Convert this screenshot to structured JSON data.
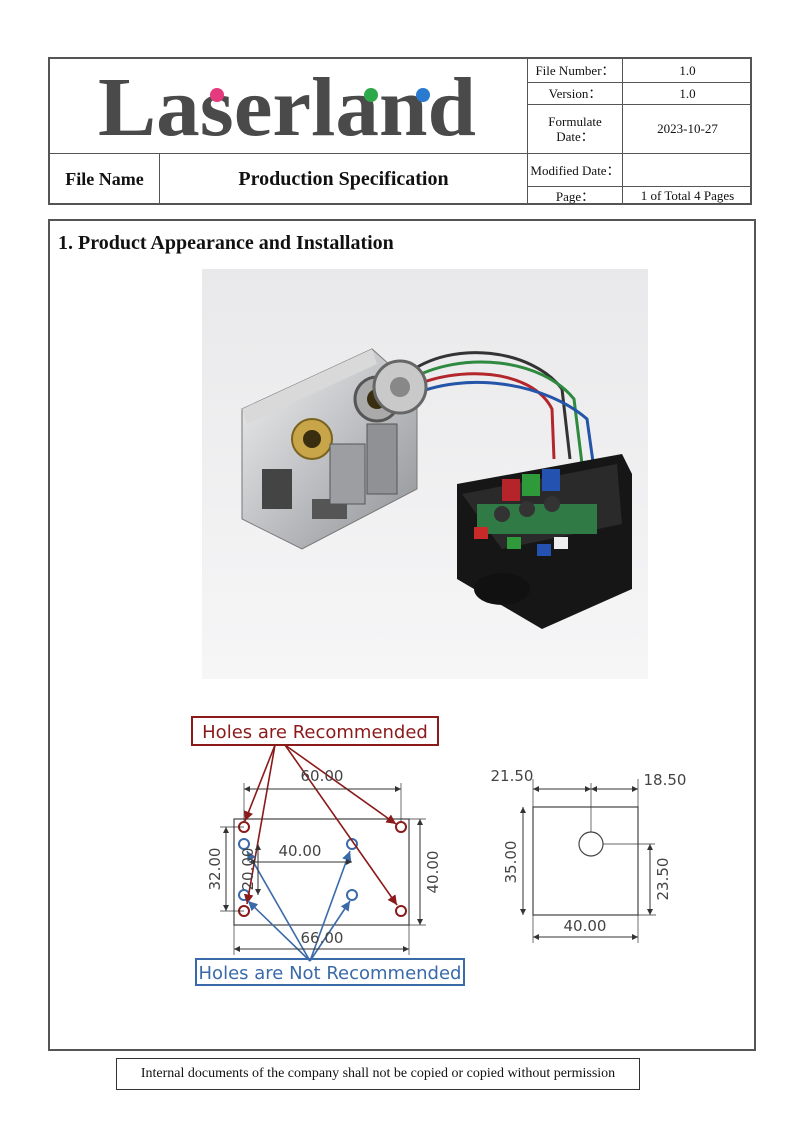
{
  "header": {
    "logo_text": "Laserland",
    "file_name_label": "File Name",
    "file_title": "Production Specification",
    "meta": [
      {
        "label": "File Number：",
        "value": "1.0"
      },
      {
        "label": "Version：",
        "value": "1.0"
      },
      {
        "label": "Formulate Date：",
        "value": "2023-10-27"
      },
      {
        "label": "Modified Date：",
        "value": ""
      },
      {
        "label": "Page：",
        "value": "1 of Total 4 Pages"
      }
    ]
  },
  "section": {
    "title": "1.  Product Appearance and Installation"
  },
  "drawing": {
    "recommended_label": "Holes are Recommended",
    "not_recommended_label": "Holes are Not Recommended",
    "dims_left": {
      "top_width": "60.00",
      "inner_width": "40.00",
      "bottom_width": "66.00",
      "outer_height": "32.00",
      "inner_height": "20.00",
      "right_height": "40.00"
    },
    "dims_right": {
      "left_offset": "21.50",
      "right_offset": "18.50",
      "height_left": "35.00",
      "height_right": "23.50",
      "width_bottom": "40.00"
    },
    "colors": {
      "recommended": "#8b1a1a",
      "not_recommended": "#3a6aa8"
    }
  },
  "footer": {
    "text": "Internal documents of the company shall not be copied or copied without permission"
  }
}
